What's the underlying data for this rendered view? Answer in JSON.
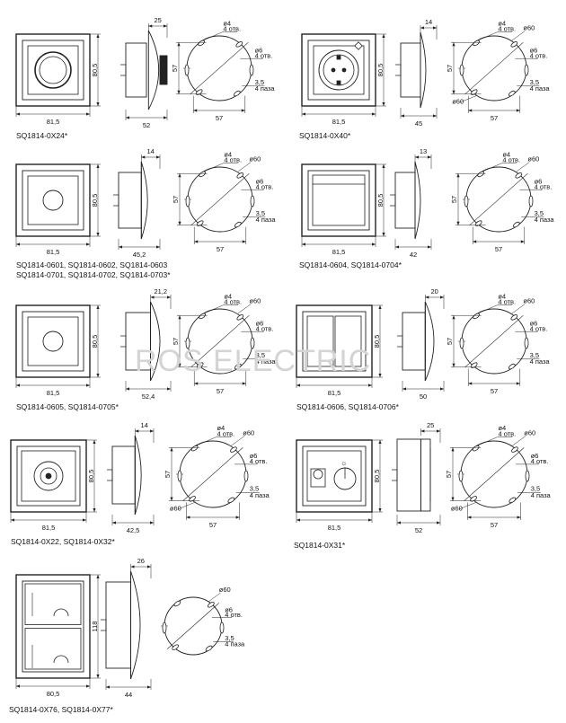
{
  "watermark": "ROS ELECTRIC",
  "units": {
    "holes4": "4 отв.",
    "slots4": "4 паза"
  },
  "blocks": [
    {
      "id": "b1",
      "front": {
        "width_label": "81,5",
        "height_label": "80,5",
        "feature": "knob"
      },
      "side": {
        "width_label": "52",
        "depth_label": "25",
        "style": "knob"
      },
      "mount": {
        "label_a": "ø4",
        "label_b": "ø6",
        "label_c": "3,5",
        "label_d": "57",
        "label_e": "57",
        "label_f": "",
        "label_g": "",
        "left_diameter": "",
        "right_diameter": ""
      },
      "captions": [
        "SQ1814-0X24*"
      ]
    },
    {
      "id": "b2",
      "front": {
        "width_label": "81,5",
        "height_label": "80,5",
        "feature": "socket"
      },
      "side": {
        "width_label": "45",
        "depth_label": "14",
        "style": "flat"
      },
      "mount": {
        "label_a": "ø4",
        "label_b": "ø6",
        "label_c": "3,5",
        "label_d": "57",
        "label_e": "57",
        "label_f": "ø60",
        "label_g": "ø60"
      },
      "captions": [
        "SQ1814-0X40*"
      ]
    },
    {
      "id": "b3",
      "front": {
        "width_label": "81,5",
        "height_label": "80,5",
        "feature": "circle"
      },
      "side": {
        "width_label": "45,2",
        "depth_label": "14",
        "style": "flat"
      },
      "mount": {
        "label_a": "ø4",
        "label_b": "ø6",
        "label_c": "3,5",
        "label_d": "57",
        "label_e": "57",
        "label_f": "ø60",
        "label_g": ""
      },
      "captions": [
        "SQ1814-0601, SQ1814-0602, SQ1814-0603",
        "SQ1814-0701, SQ1814-0702, SQ1814-0703*"
      ]
    },
    {
      "id": "b4",
      "front": {
        "width_label": "81,5",
        "height_label": "80,5",
        "feature": "rocker"
      },
      "side": {
        "width_label": "42",
        "depth_label": "13",
        "style": "flat"
      },
      "mount": {
        "label_a": "ø4",
        "label_b": "ø6",
        "label_c": "3,5",
        "label_d": "57",
        "label_e": "57",
        "label_f": "ø60",
        "label_g": ""
      },
      "captions": [
        "SQ1814-0604, SQ1814-0704*"
      ]
    },
    {
      "id": "b5",
      "front": {
        "width_label": "81,5",
        "height_label": "80,5",
        "feature": "circle"
      },
      "side": {
        "width_label": "52,4",
        "depth_label": "21,2",
        "style": "dome"
      },
      "mount": {
        "label_a": "ø4",
        "label_b": "ø6",
        "label_c": "3,5",
        "label_d": "57",
        "label_e": "57",
        "label_f": "ø60",
        "label_g": ""
      },
      "captions": [
        "SQ1814-0605, SQ1814-0705*"
      ]
    },
    {
      "id": "b6",
      "front": {
        "width_label": "81,5",
        "height_label": "80,5",
        "feature": "double"
      },
      "side": {
        "width_label": "50",
        "depth_label": "20",
        "style": "dome"
      },
      "mount": {
        "label_a": "ø4",
        "label_b": "ø6",
        "label_c": "3,5",
        "label_d": "57",
        "label_e": "57",
        "label_f": "ø60",
        "label_g": ""
      },
      "captions": [
        "SQ1814-0606, SQ1814-0706*"
      ]
    },
    {
      "id": "b7",
      "front": {
        "width_label": "81,5",
        "height_label": "80,5",
        "feature": "coax"
      },
      "side": {
        "width_label": "42,5",
        "depth_label": "14",
        "style": "flat"
      },
      "mount": {
        "label_a": "ø4",
        "label_b": "ø6",
        "label_c": "3,5",
        "label_d": "57",
        "label_e": "57",
        "label_f": "ø60",
        "label_g": "ø60"
      },
      "captions": [
        "SQ1814-0X22, SQ1814-0X32*"
      ]
    },
    {
      "id": "b8",
      "front": {
        "width_label": "81,5",
        "height_label": "80,5",
        "feature": "thermo"
      },
      "side": {
        "width_label": "52",
        "depth_label": "25",
        "style": "box"
      },
      "mount": {
        "label_a": "ø4",
        "label_b": "ø6",
        "label_c": "3,5",
        "label_d": "57",
        "label_e": "57",
        "label_f": "ø60",
        "label_g": "ø60"
      },
      "captions": [
        "SQ1814-0X31*"
      ]
    },
    {
      "id": "b9",
      "front": {
        "width_label": "80,5",
        "height_label": "118",
        "feature": "double-vertical"
      },
      "side": {
        "width_label": "44",
        "depth_label": "26",
        "style": "dome-tall"
      },
      "mount": {
        "label_a": "",
        "label_b": "ø6",
        "label_c": "3,5",
        "label_d": "",
        "label_e": "",
        "label_f": "ø60",
        "label_g": ""
      },
      "captions": [
        "SQ1814-0X76, SQ1814-0X77*"
      ]
    }
  ]
}
